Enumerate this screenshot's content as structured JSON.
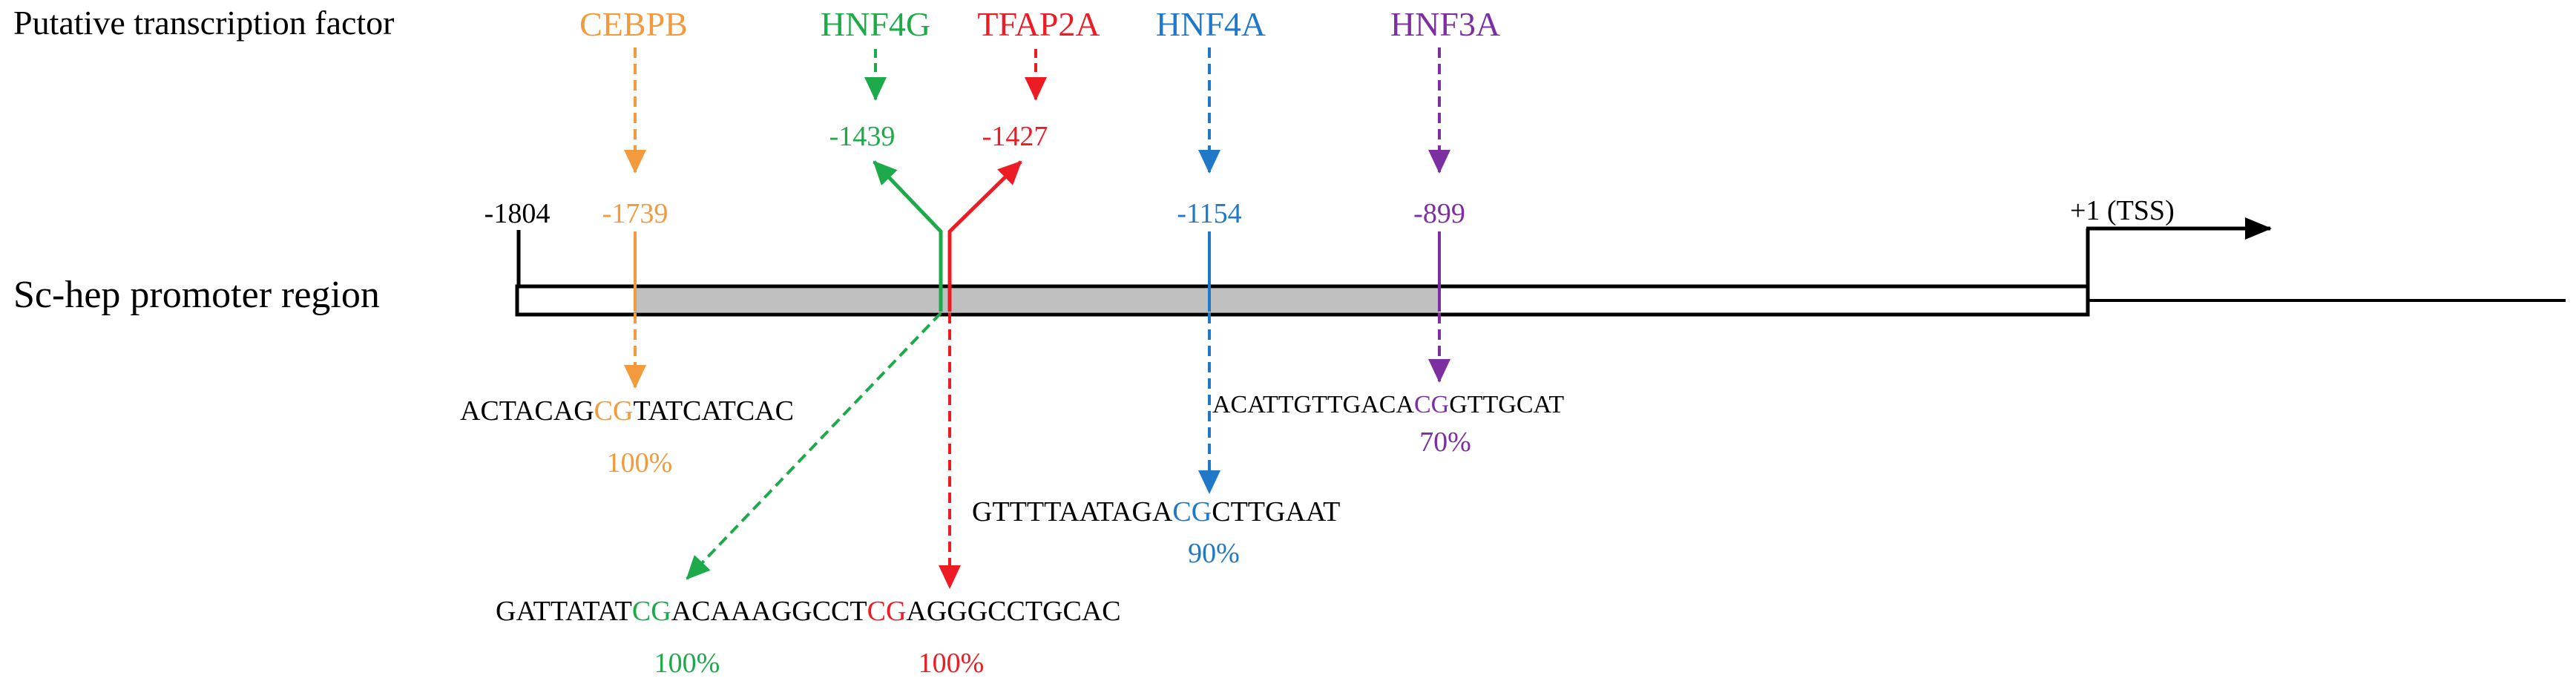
{
  "labels": {
    "tf_header": "Putative transcription factor",
    "region": "Sc-hep promoter region",
    "start_pos": "-1804",
    "tss": "+1 (TSS)"
  },
  "colors": {
    "cebpb": "#F39A3C",
    "hnf4g": "#1DAA4A",
    "tfap2a": "#ED1C24",
    "hnf4a": "#1F78C8",
    "hnf3a": "#7B2FA0",
    "shade": "#C0C0C0",
    "ink": "#000000"
  },
  "factors": [
    {
      "key": "cebpb",
      "name": "CEBPB",
      "position": "-1739"
    },
    {
      "key": "hnf4g",
      "name": "HNF4G",
      "position": "-1439"
    },
    {
      "key": "tfap2a",
      "name": "TFAP2A",
      "position": "-1427"
    },
    {
      "key": "hnf4a",
      "name": "HNF4A",
      "position": "-1154"
    },
    {
      "key": "hnf3a",
      "name": "HNF3A",
      "position": "-899"
    }
  ],
  "sequences": {
    "cebpb": {
      "pre": "ACTACAG",
      "cg": "CG",
      "post": "TATCATCAC",
      "percent": "100%"
    },
    "hnf3a": {
      "pre": "ACATTGTTGACA",
      "cg": "CG",
      "post": "GTTGCAT",
      "percent": "70%"
    },
    "hnf4a": {
      "pre": "GTTTTAATAGA",
      "cg": "CG",
      "post": "CTTGAAT",
      "percent": "90%"
    },
    "combined": {
      "pre": "GATTATAT",
      "cg1": "CG",
      "mid": "ACAAAGGCCT",
      "cg2": "CG",
      "post": "AGGGCCTGCAC",
      "percent1": "100%",
      "percent2": "100%"
    }
  }
}
